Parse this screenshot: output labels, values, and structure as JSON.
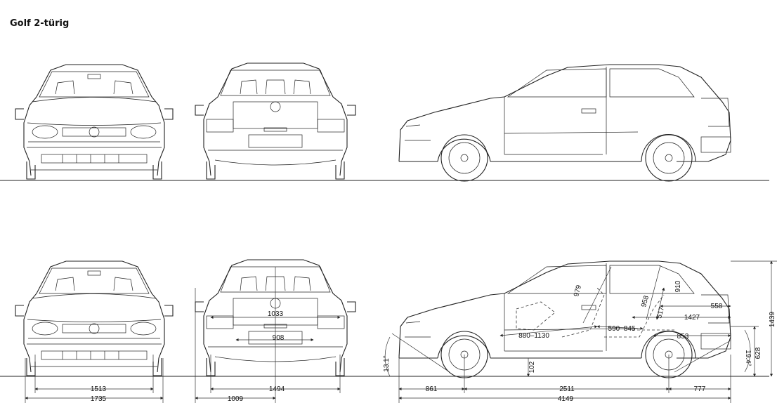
{
  "title": "Golf 2-türig",
  "dimensions": {
    "front_track": "1513",
    "overall_width": "1735",
    "rear_track": "1494",
    "half_width": "1009",
    "rear_width_upper": "1033",
    "rear_width_lower": "908",
    "front_overhang": "861",
    "wheelbase": "2511",
    "rear_overhang": "777",
    "overall_length": "4149",
    "overall_height": "1439",
    "boot_height": "628",
    "ground_clearance": "102",
    "approach_angle": "13.1°",
    "departure_angle": "19.4°",
    "front_headroom": "979",
    "rear_headroom": "958",
    "rear_seat_height": "910",
    "boot_length": "558",
    "load_length": "1427",
    "front_legroom": "880–1130",
    "rear_legroom": "590–845",
    "rear_seat_depth": "517",
    "boot_floor": "853"
  }
}
